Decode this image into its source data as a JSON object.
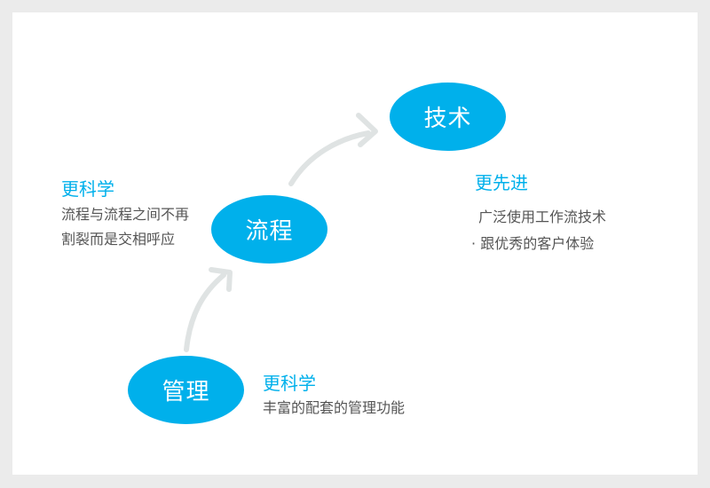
{
  "diagram": {
    "nodes": {
      "tech": "技术",
      "process": "流程",
      "management": "管理"
    },
    "annotations": {
      "process_note": {
        "heading": "更科学",
        "body": "流程与流程之间不再割裂而是交相呼应"
      },
      "tech_note": {
        "heading": "更先进",
        "line1": "广泛使用工作流技术",
        "line2_prefix": "·",
        "line2": "跟优秀的客户体验"
      },
      "management_note": {
        "heading": "更科学",
        "body": "丰富的配套的管理功能"
      }
    },
    "colors": {
      "node_fill": "#00b0eb",
      "node_text": "#ffffff",
      "heading": "#00b0eb",
      "body_text": "#555555",
      "arrow": "#dfe3e3",
      "background": "#ebebeb",
      "card": "#ffffff"
    }
  }
}
